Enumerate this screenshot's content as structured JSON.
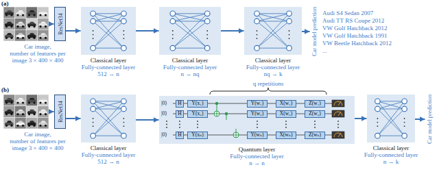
{
  "diagram": {
    "nodes": [
      {
        "text": [
          "Car image,",
          "number of features per image 3 × 400 × 400"
        ]
      },
      {
        "text": [
          "ResNet34"
        ]
      },
      {
        "text": [
          "Classical layer",
          "Fully-connected layer",
          "512 → n"
        ]
      },
      {
        "text": [
          "Classical layer",
          "Fully-connected layer",
          "n → nq"
        ]
      },
      {
        "text": [
          "Classical layer",
          "Fully-connected layer",
          "nq → k"
        ]
      },
      {
        "text": [
          "Car model prediction"
        ]
      },
      {
        "text": [
          "Car image,",
          "number of features per image 3 × 400 × 400"
        ]
      },
      {
        "text": [
          "ResNet34"
        ]
      },
      {
        "text": [
          "Classical layer",
          "Fully-connected layer",
          "512 → n"
        ]
      },
      {
        "text": [
          "Quantum layer",
          "Fully-connected layer",
          "n → n"
        ]
      },
      {
        "text": [
          "H"
        ],
        "in": 9
      },
      {
        "text": [
          "Y(x₁)"
        ],
        "in": 9
      },
      {
        "text": [
          "Y(w₁)"
        ],
        "in": 9
      },
      {
        "text": [
          "X(w₁)"
        ],
        "in": 9
      },
      {
        "text": [
          "Z(w₁)"
        ],
        "in": 9
      },
      {
        "text": [
          "H"
        ],
        "in": 9
      },
      {
        "text": [
          "Y(x₂)"
        ],
        "in": 9
      },
      {
        "text": [
          "Y(w₂)"
        ],
        "in": 9
      },
      {
        "text": [
          "X(w₂)"
        ],
        "in": 9
      },
      {
        "text": [
          "Z(w₂)"
        ],
        "in": 9
      },
      {
        "text": [
          "H"
        ],
        "in": 9
      },
      {
        "text": [
          "Y(xₙ)"
        ],
        "in": 9
      },
      {
        "text": [
          "Y(wₙ)"
        ],
        "in": 9
      },
      {
        "text": [
          "X(wₙ)"
        ],
        "in": 9
      },
      {
        "text": [
          "Z(wₙ)"
        ],
        "in": 9
      },
      {
        "text": [
          "Classical layer",
          "Fully-connected layer",
          "n → k"
        ]
      },
      {
        "text": [
          "Car model prediction"
        ]
      }
    ],
    "edges": [
      {
        "from": 0,
        "to": 1,
        "arrow": "to"
      },
      {
        "from": 1,
        "to": 2,
        "arrow": "to"
      },
      {
        "from": 2,
        "to": 3,
        "arrow": "to"
      },
      {
        "from": 3,
        "to": 4,
        "arrow": "to"
      },
      {
        "from": 4,
        "to": 5,
        "arrow": "to"
      },
      {
        "from": 6,
        "to": 7,
        "arrow": "to"
      },
      {
        "from": 7,
        "to": 8,
        "arrow": "to"
      },
      {
        "from": 8,
        "to": 9,
        "arrow": "to"
      },
      {
        "from": 9,
        "to": 25,
        "arrow": "to"
      },
      {
        "from": 25,
        "to": 26,
        "arrow": "to"
      }
    ],
    "labels": [
      "(a)",
      "Audi S4 Sedan 2007",
      "Audi TT RS Coupe 2012",
      "VW Golf Hatchback 2012",
      "VW Golf Hatchback 1991",
      "VW Beetle Hatchback 2012",
      "...",
      "(b)",
      "q repetitions",
      "|0⟩",
      "|0⟩",
      "|0⟩"
    ]
  }
}
